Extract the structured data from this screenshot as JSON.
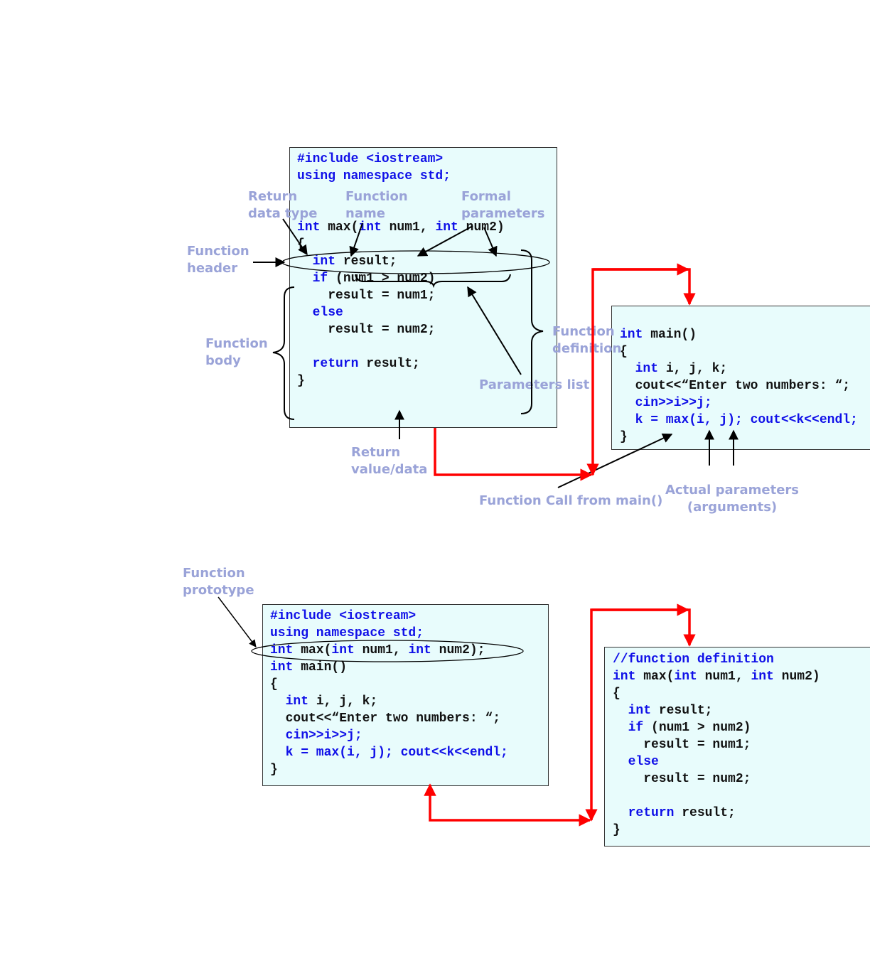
{
  "diagram1": {
    "code_lines": [
      [
        {
          "t": "#include <iostream>",
          "c": "kw"
        }
      ],
      [
        {
          "t": "using namespace std;",
          "c": "kw"
        }
      ],
      [],
      [],
      [
        {
          "t": "int",
          "c": "kw"
        },
        {
          "t": " max(",
          "c": "tx"
        },
        {
          "t": "int",
          "c": "kw"
        },
        {
          "t": " num1, ",
          "c": "tx"
        },
        {
          "t": "int",
          "c": "kw"
        },
        {
          "t": " num2)",
          "c": "tx"
        }
      ],
      [
        {
          "t": "{",
          "c": "tx"
        }
      ],
      [
        {
          "t": "  ",
          "c": "tx"
        },
        {
          "t": "int",
          "c": "kw"
        },
        {
          "t": " result;",
          "c": "tx"
        }
      ],
      [
        {
          "t": "  ",
          "c": "tx"
        },
        {
          "t": "if",
          "c": "kw"
        },
        {
          "t": " (num1 > num2)",
          "c": "tx"
        }
      ],
      [
        {
          "t": "    result = num1;",
          "c": "tx"
        }
      ],
      [
        {
          "t": "  ",
          "c": "tx"
        },
        {
          "t": "else",
          "c": "kw"
        }
      ],
      [
        {
          "t": "    result = num2;",
          "c": "tx"
        }
      ],
      [],
      [
        {
          "t": "  ",
          "c": "tx"
        },
        {
          "t": "return",
          "c": "kw"
        },
        {
          "t": " result;",
          "c": "tx"
        }
      ],
      [
        {
          "t": "}",
          "c": "tx"
        }
      ]
    ],
    "main_lines": [
      [
        {
          "t": "int",
          "c": "kw"
        },
        {
          "t": " main()",
          "c": "tx"
        }
      ],
      [
        {
          "t": "{",
          "c": "tx"
        }
      ],
      [
        {
          "t": "  ",
          "c": "tx"
        },
        {
          "t": "int",
          "c": "kw"
        },
        {
          "t": " i, j, k;",
          "c": "tx"
        }
      ],
      [
        {
          "t": "  cout<<“Enter two numbers: “;",
          "c": "tx"
        }
      ],
      [
        {
          "t": "  cin>>i>>j;",
          "c": "kw"
        }
      ],
      [
        {
          "t": "  k = max(i, j); cout<<k<<endl;",
          "c": "kw"
        }
      ],
      [
        {
          "t": "}",
          "c": "tx"
        }
      ]
    ],
    "labels": {
      "return_type": "Return\ndata type",
      "function_name": "Function\nname",
      "formal_parameters": "Formal\nparameters",
      "function_header": "Function\nheader",
      "function_body": "Function\nbody",
      "function_definition": "Function\ndefinition",
      "parameters_list": "Parameters list",
      "return_value": "Return\nvalue/data",
      "function_call": "Function Call from main()",
      "actual_parameters": "Actual parameters\n(arguments)"
    }
  },
  "diagram2": {
    "main_lines": [
      [
        {
          "t": "#include <iostream>",
          "c": "kw"
        }
      ],
      [
        {
          "t": "using namespace std;",
          "c": "kw"
        }
      ],
      [
        {
          "t": "int",
          "c": "kw"
        },
        {
          "t": " max(",
          "c": "tx"
        },
        {
          "t": "int",
          "c": "kw"
        },
        {
          "t": " num1, ",
          "c": "tx"
        },
        {
          "t": "int",
          "c": "kw"
        },
        {
          "t": " num2);",
          "c": "tx"
        }
      ],
      [
        {
          "t": "int",
          "c": "kw"
        },
        {
          "t": " main()",
          "c": "tx"
        }
      ],
      [
        {
          "t": "{",
          "c": "tx"
        }
      ],
      [
        {
          "t": "  ",
          "c": "tx"
        },
        {
          "t": "int",
          "c": "kw"
        },
        {
          "t": " i, j, k;",
          "c": "tx"
        }
      ],
      [
        {
          "t": "  cout<<“Enter two numbers: “;",
          "c": "tx"
        }
      ],
      [
        {
          "t": "  cin>>i>>j;",
          "c": "kw"
        }
      ],
      [
        {
          "t": "  k = max(i, j); cout<<k<<endl;",
          "c": "kw"
        }
      ],
      [
        {
          "t": "}",
          "c": "tx"
        }
      ]
    ],
    "def_lines": [
      [
        {
          "t": "//function definition",
          "c": "kw"
        }
      ],
      [
        {
          "t": "int",
          "c": "kw"
        },
        {
          "t": " max(",
          "c": "tx"
        },
        {
          "t": "int",
          "c": "kw"
        },
        {
          "t": " num1, ",
          "c": "tx"
        },
        {
          "t": "int",
          "c": "kw"
        },
        {
          "t": " num2)",
          "c": "tx"
        }
      ],
      [
        {
          "t": "{",
          "c": "tx"
        }
      ],
      [
        {
          "t": "  ",
          "c": "tx"
        },
        {
          "t": "int",
          "c": "kw"
        },
        {
          "t": " result;",
          "c": "tx"
        }
      ],
      [
        {
          "t": "  ",
          "c": "tx"
        },
        {
          "t": "if",
          "c": "kw"
        },
        {
          "t": " (num1 > num2)",
          "c": "tx"
        }
      ],
      [
        {
          "t": "    result = num1;",
          "c": "tx"
        }
      ],
      [
        {
          "t": "  ",
          "c": "tx"
        },
        {
          "t": "else",
          "c": "kw"
        }
      ],
      [
        {
          "t": "    result = num2;",
          "c": "tx"
        }
      ],
      [],
      [
        {
          "t": "  ",
          "c": "tx"
        },
        {
          "t": "return",
          "c": "kw"
        },
        {
          "t": " result;",
          "c": "tx"
        }
      ],
      [
        {
          "t": "}",
          "c": "tx"
        }
      ]
    ],
    "labels": {
      "function_prototype": "Function\nprototype"
    }
  },
  "colors": {
    "keyword": "#1010e8",
    "text": "#111111",
    "label": "#9aa3d8",
    "box_fill": "#e8fcfc",
    "flow_arrow": "#ff0000"
  }
}
